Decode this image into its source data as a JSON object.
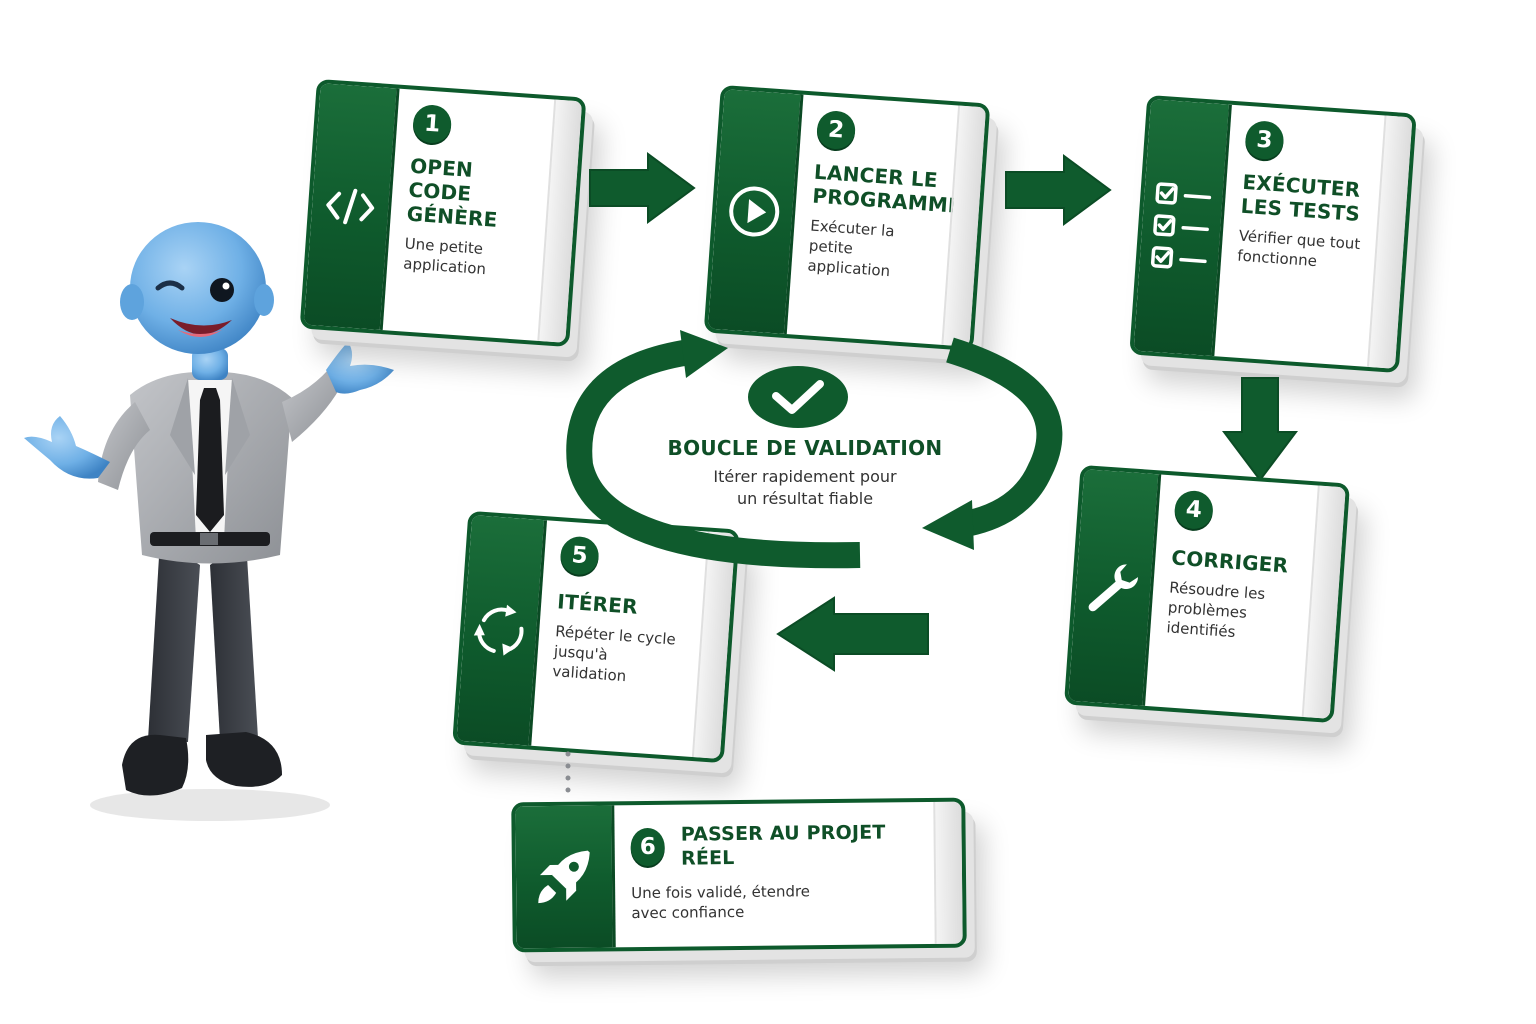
{
  "steps": [
    {
      "number": "1",
      "title": "OPEN CODE GÉNÈRE",
      "desc": "Une petite application",
      "icon": "code-icon"
    },
    {
      "number": "2",
      "title": "LANCER LE PROGRAMME",
      "desc": "Exécuter la petite application",
      "icon": "play-icon"
    },
    {
      "number": "3",
      "title": "EXÉCUTER LES TESTS",
      "desc": "Vérifier que tout fonctionne",
      "icon": "checklist-icon"
    },
    {
      "number": "4",
      "title": "CORRIGER",
      "desc": "Résoudre les problèmes identifiés",
      "icon": "wrench-icon"
    },
    {
      "number": "5",
      "title": "ITÉRER",
      "desc": "Répéter le cycle jusqu'à validation",
      "icon": "cycle-icon"
    },
    {
      "number": "6",
      "title": "PASSER AU PROJET RÉEL",
      "desc": "Une fois validé, étendre avec confiance",
      "icon": "rocket-icon"
    }
  ],
  "loop": {
    "title": "BOUCLE DE VALIDATION",
    "subtitle_line1": "Itérer rapidement pour",
    "subtitle_line2": "un résultat fiable",
    "icon": "checkmark-icon"
  },
  "colors": {
    "primary_green": "#0f5b2d",
    "dark_green": "#0b4c25",
    "character_skin": "#6fb0e6",
    "suit_gray": "#a7a9ad"
  }
}
